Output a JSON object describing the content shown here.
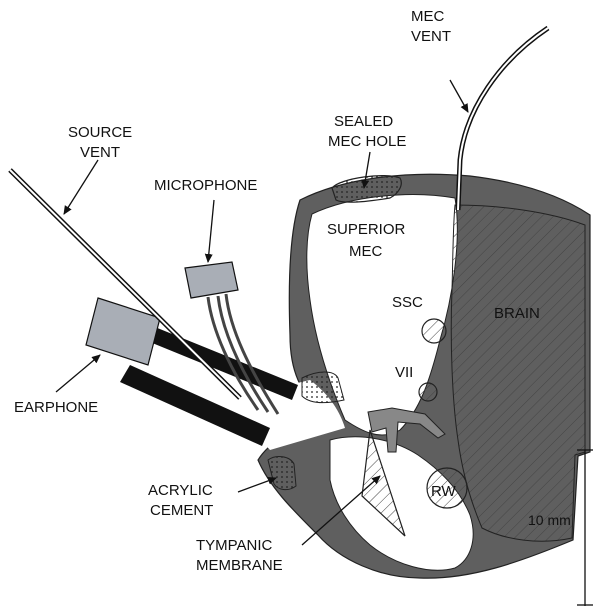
{
  "labels": {
    "mec_vent_1": "MEC",
    "mec_vent_2": "VENT",
    "source_vent_1": "SOURCE",
    "source_vent_2": "VENT",
    "sealed_1": "SEALED",
    "sealed_2": "MEC HOLE",
    "microphone": "MICROPHONE",
    "superior_1": "SUPERIOR",
    "superior_2": "MEC",
    "ssc": "SSC",
    "brain": "BRAIN",
    "vii": "VII",
    "earphone": "EARPHONE",
    "rw": "RW",
    "acrylic_1": "ACRYLIC",
    "acrylic_2": "CEMENT",
    "tympanic_1": "TYMPANIC",
    "tympanic_2": "MEMBRANE",
    "scale": "10 mm"
  },
  "colors": {
    "tissue": "#5f5f5f",
    "device": "#a9aeb6",
    "cavity": "#ffffff",
    "ink": "#111111"
  }
}
